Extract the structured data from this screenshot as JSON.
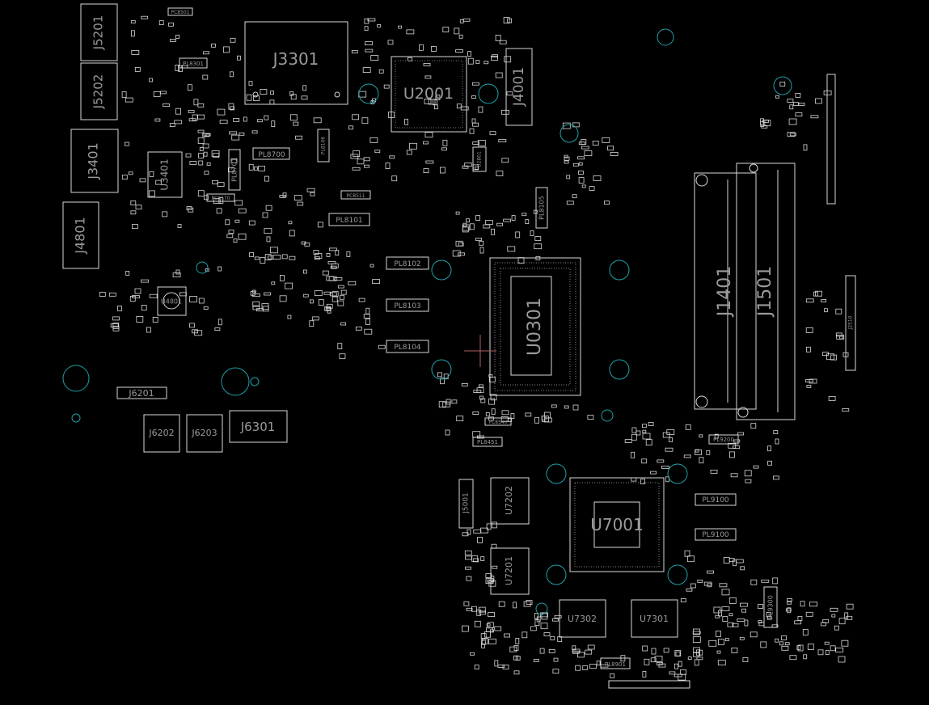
{
  "colors": {
    "background": "#000000",
    "outline": "#d8d8d8",
    "label": "#9a9a9a",
    "hole": "#1fa0a8",
    "crosshair": "#b06060"
  },
  "components": {
    "j5201": "J5201",
    "j5202": "J5202",
    "j3401": "J3401",
    "j4801": "J4801",
    "u3401": "U3401",
    "u4801": "U4801",
    "j3301": "J3301",
    "u2001": "U2001",
    "j4001": "J4001",
    "u2801": "U2801",
    "pl8301": "PL8301",
    "pl8700": "PL8700",
    "pl8701": "PL8701",
    "pl8101": "PL8101",
    "pl8102": "PL8102",
    "pl8103": "PL8103",
    "pl8104": "PL8104",
    "pl8105": "PL8105",
    "pl8106": "PL8106",
    "pc8511": "PC8511",
    "pc8501": "PC8501",
    "pc8570": "PC8570",
    "u0301": "U0301",
    "j1401": "J1401",
    "j1501": "J1501",
    "j6201": "J6201",
    "j6202": "J6202",
    "j6203": "J6203",
    "j6301": "J6301",
    "u7001": "U7001",
    "u7202": "U7202",
    "u7201": "U7201",
    "u7302": "U7302",
    "u7301": "U7301",
    "j5001": "J5001",
    "pl9100a": "PL9100",
    "pl9100b": "PL9100",
    "pl9200": "PL9200",
    "pl8451": "PL8451",
    "pc8540": "PC8540",
    "pl8901": "PL8901",
    "pl9300": "PL9300",
    "j2510": "J2510"
  }
}
